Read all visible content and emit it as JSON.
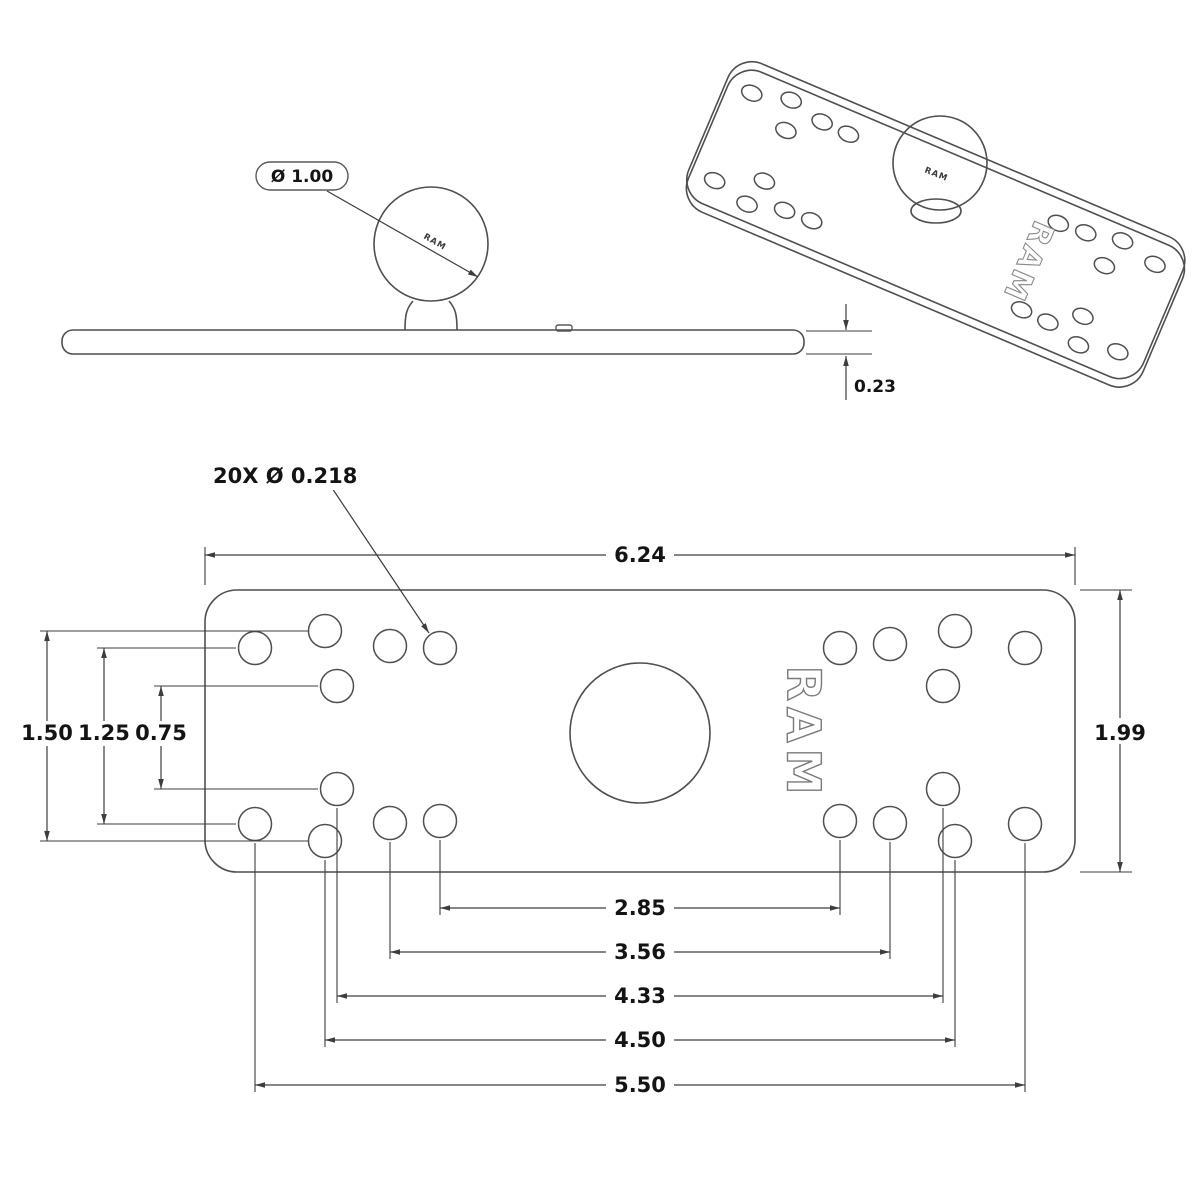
{
  "drawing": {
    "side_view": {
      "ball_diameter": "Ø 1.00",
      "thickness": "0.23",
      "ball_brand": "RAM"
    },
    "iso_view": {
      "brand": "RAM",
      "ball_brand": "RAM"
    },
    "plan_view": {
      "hole_callout": "20X  Ø 0.218",
      "width": "6.24",
      "height": "1.99",
      "left_dims": [
        "1.50",
        "1.25",
        "0.75"
      ],
      "bottom_dims": [
        "2.85",
        "3.56",
        "4.33",
        "4.50",
        "5.50"
      ],
      "brand": "RAM"
    }
  }
}
